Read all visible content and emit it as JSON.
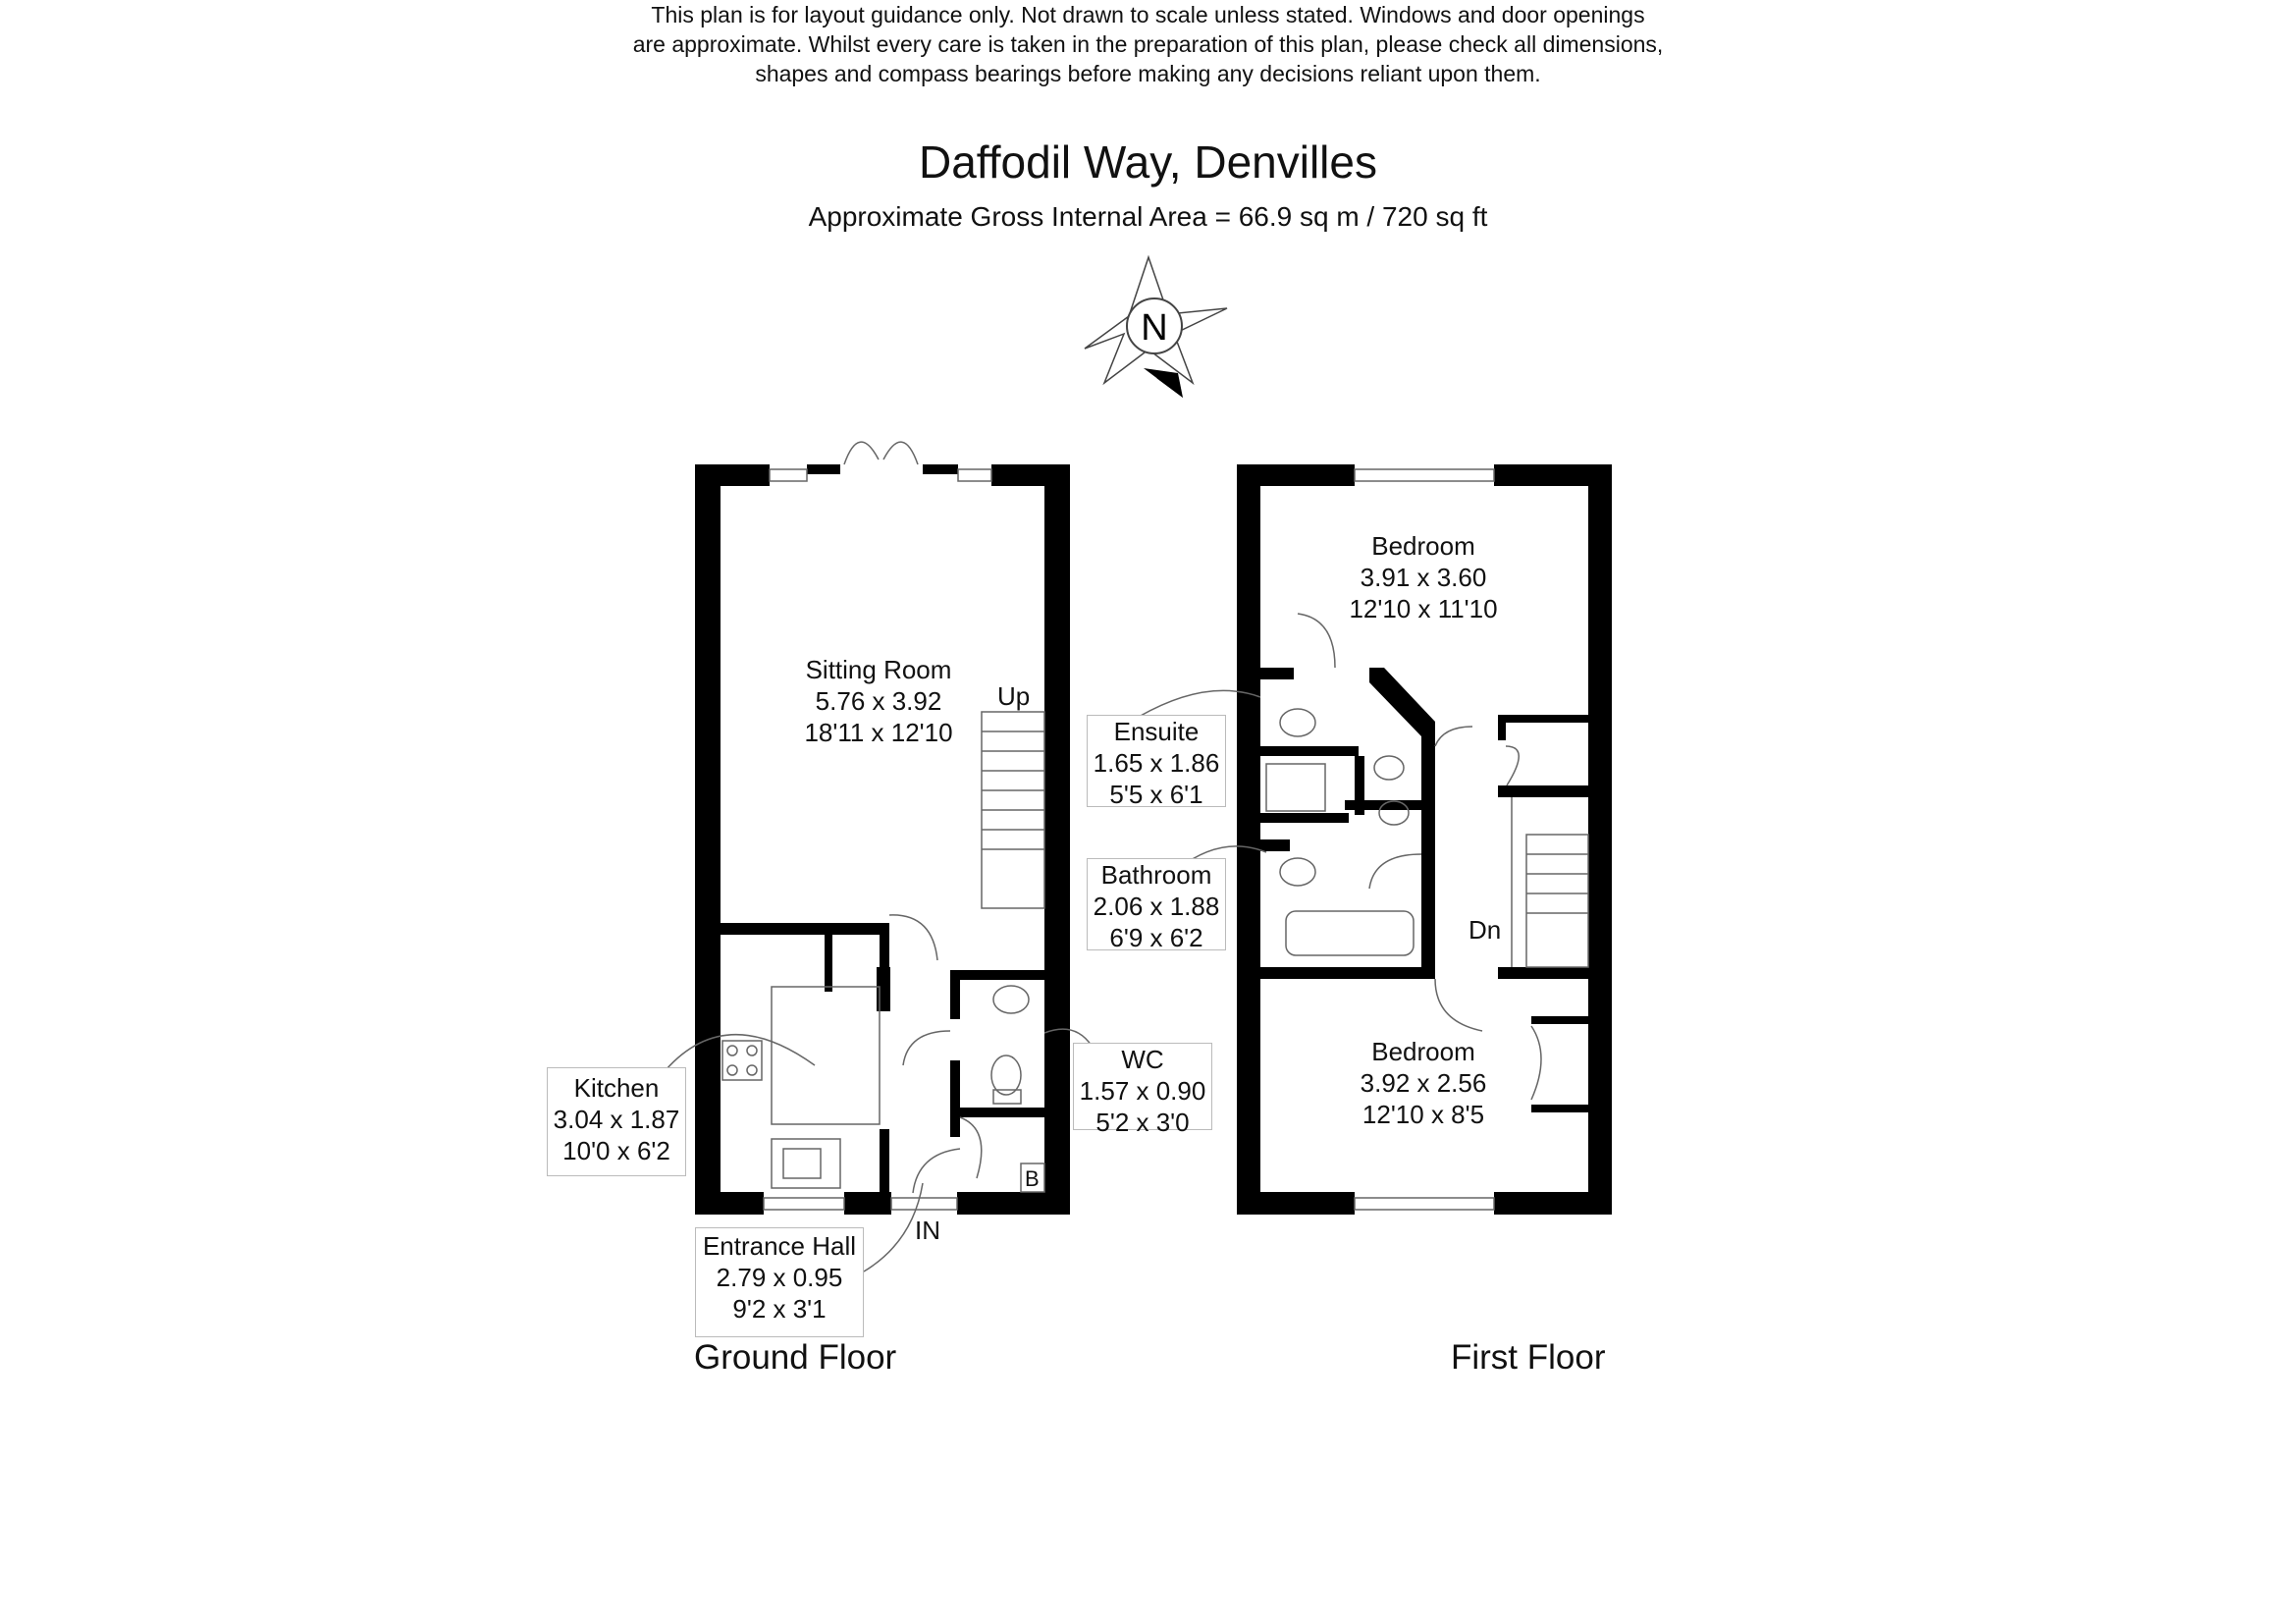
{
  "header": {
    "title": "Daffodil Way, Denvilles",
    "subtitle": "Approximate Gross Internal Area = 66.9 sq m / 720 sq ft"
  },
  "compass": {
    "letter": "N"
  },
  "ground_floor": {
    "label": "Ground Floor",
    "sitting_room": {
      "name": "Sitting Room",
      "metric": "5.76 x 3.92",
      "imperial": "18'11 x 12'10"
    },
    "kitchen": {
      "name": "Kitchen",
      "metric": "3.04 x 1.87",
      "imperial": "10'0 x 6'2"
    },
    "entrance_hall": {
      "name": "Entrance Hall",
      "metric": "2.79 x 0.95",
      "imperial": "9'2 x 3'1"
    },
    "wc": {
      "name": "WC",
      "metric": "1.57 x 0.90",
      "imperial": "5'2 x 3'0"
    },
    "stairs_label": "Up",
    "entry_label": "IN",
    "boiler_label": "B"
  },
  "first_floor": {
    "label": "First Floor",
    "bedroom_1": {
      "name": "Bedroom",
      "metric": "3.91 x 3.60",
      "imperial": "12'10 x 11'10"
    },
    "ensuite": {
      "name": "Ensuite",
      "metric": "1.65 x 1.86",
      "imperial": "5'5 x 6'1"
    },
    "bathroom": {
      "name": "Bathroom",
      "metric": "2.06 x 1.88",
      "imperial": "6'9 x 6'2"
    },
    "bedroom_2": {
      "name": "Bedroom",
      "metric": "3.92 x 2.56",
      "imperial": "12'10 x 8'5"
    },
    "stairs_label": "Dn"
  },
  "disclaimer": {
    "line1": "This plan is for layout guidance only. Not drawn to scale unless stated. Windows and door openings",
    "line2": "are approximate. Whilst every care is taken in the preparation of this plan, please check all dimensions,",
    "line3": "shapes and compass bearings before making any decisions reliant upon them."
  },
  "colors": {
    "wall": "#000000",
    "fixture": "#888888",
    "label_border": "#bbbbbb"
  }
}
